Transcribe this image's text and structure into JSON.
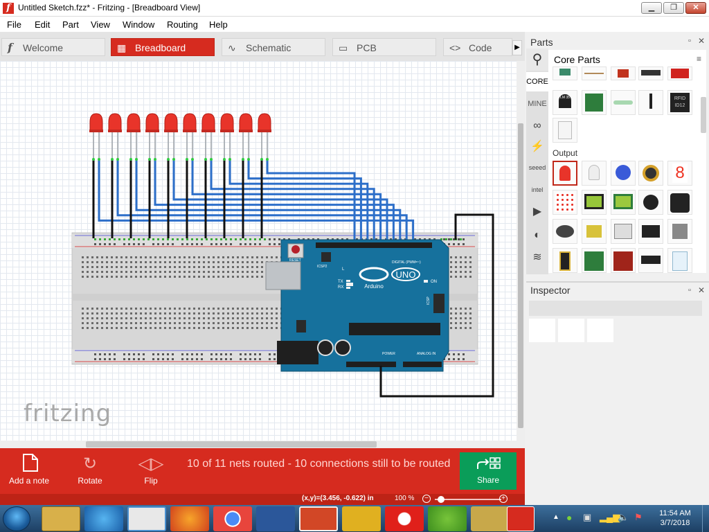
{
  "window": {
    "title": "Untitled Sketch.fzz* - Fritzing - [Breadboard View]",
    "app_letter": "f"
  },
  "menu": [
    "File",
    "Edit",
    "Part",
    "View",
    "Window",
    "Routing",
    "Help"
  ],
  "tabs": [
    {
      "label": "Welcome",
      "icon": "f"
    },
    {
      "label": "Breadboard",
      "icon": "▦"
    },
    {
      "label": "Schematic",
      "icon": "∿"
    },
    {
      "label": "PCB",
      "icon": "▭"
    },
    {
      "label": "Code",
      "icon": "<>"
    }
  ],
  "canvas": {
    "watermark": "fritzing",
    "arduino": {
      "brand": "Arduino",
      "model": "UNO",
      "reset": "RESET",
      "icsp2": "ICSP2",
      "icsp": "ICSP",
      "digital": "DIGITAL (PWM=~)",
      "power": "POWER",
      "analog": "ANALOG IN",
      "on": "ON",
      "tx": "TX",
      "rx": "RX",
      "l": "L"
    },
    "led_count": 10
  },
  "bottom_toolbar": {
    "add_note": "Add a note",
    "rotate": "Rotate",
    "flip": "Flip",
    "routing_status": "10 of 11 nets routed - 10 connections still to be routed",
    "share": "Share"
  },
  "status": {
    "coords": "(x,y)=(3.456, -0.622) in",
    "zoom": "100 %"
  },
  "parts_panel": {
    "title": "Parts",
    "bin_title": "Core Parts",
    "bins": [
      "CORE",
      "MINE",
      "∞",
      "⚡",
      "seeed",
      "intel",
      "▶",
      "◐",
      "≋"
    ],
    "output_label": "Output",
    "chip_labels": {
      "lm35": "LM 35",
      "rfid": "RFID ID12",
      "seven_seg": "8"
    }
  },
  "inspector": {
    "title": "Inspector"
  },
  "taskbar": {
    "time": "11:54 AM",
    "date": "3/7/2018"
  },
  "colors": {
    "accent": "#d62b1f",
    "share": "#0a9d59",
    "wire": "#2d6fc9",
    "arduino": "#16719d"
  }
}
